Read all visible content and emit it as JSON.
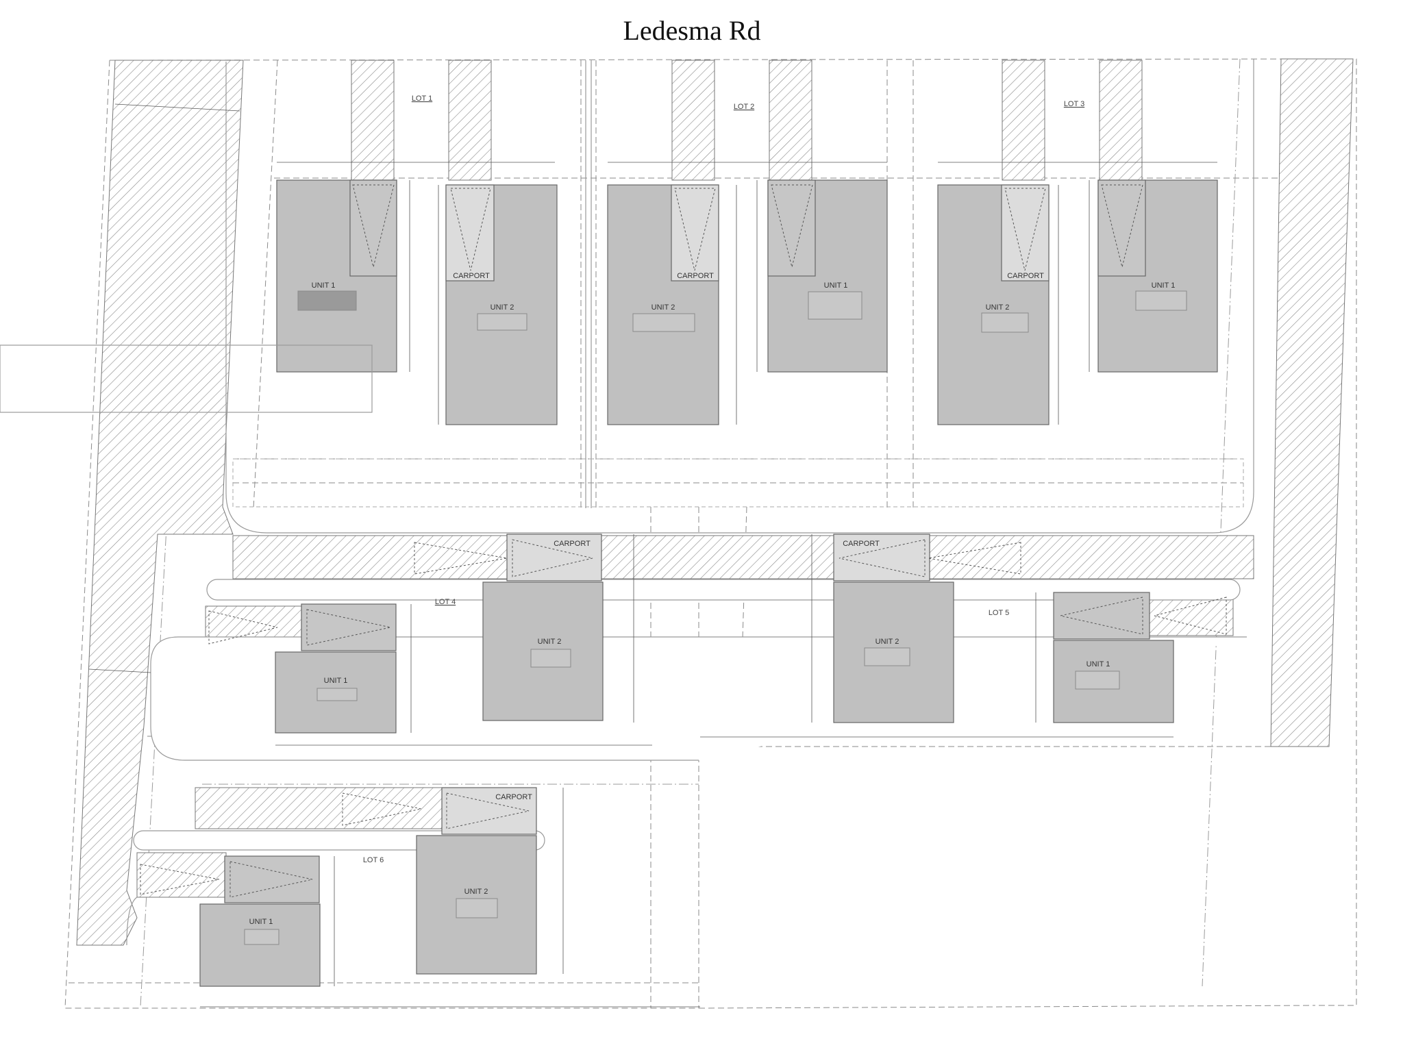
{
  "road": {
    "name": "Ledesma Rd"
  },
  "lots": {
    "lot1": {
      "label": "LOT 1"
    },
    "lot2": {
      "label": "LOT 2"
    },
    "lot3": {
      "label": "LOT 3"
    },
    "lot4": {
      "label": "LOT 4"
    },
    "lot5": {
      "label": "LOT 5"
    },
    "lot6": {
      "label": "LOT 6"
    }
  },
  "labels": {
    "unit1": "UNIT 1",
    "unit2": "UNIT 2",
    "carport": "CARPORT"
  },
  "colors": {
    "building": "#c0c0c0",
    "carport": "#dcdcdc",
    "hatch": "#8a8a8a"
  }
}
